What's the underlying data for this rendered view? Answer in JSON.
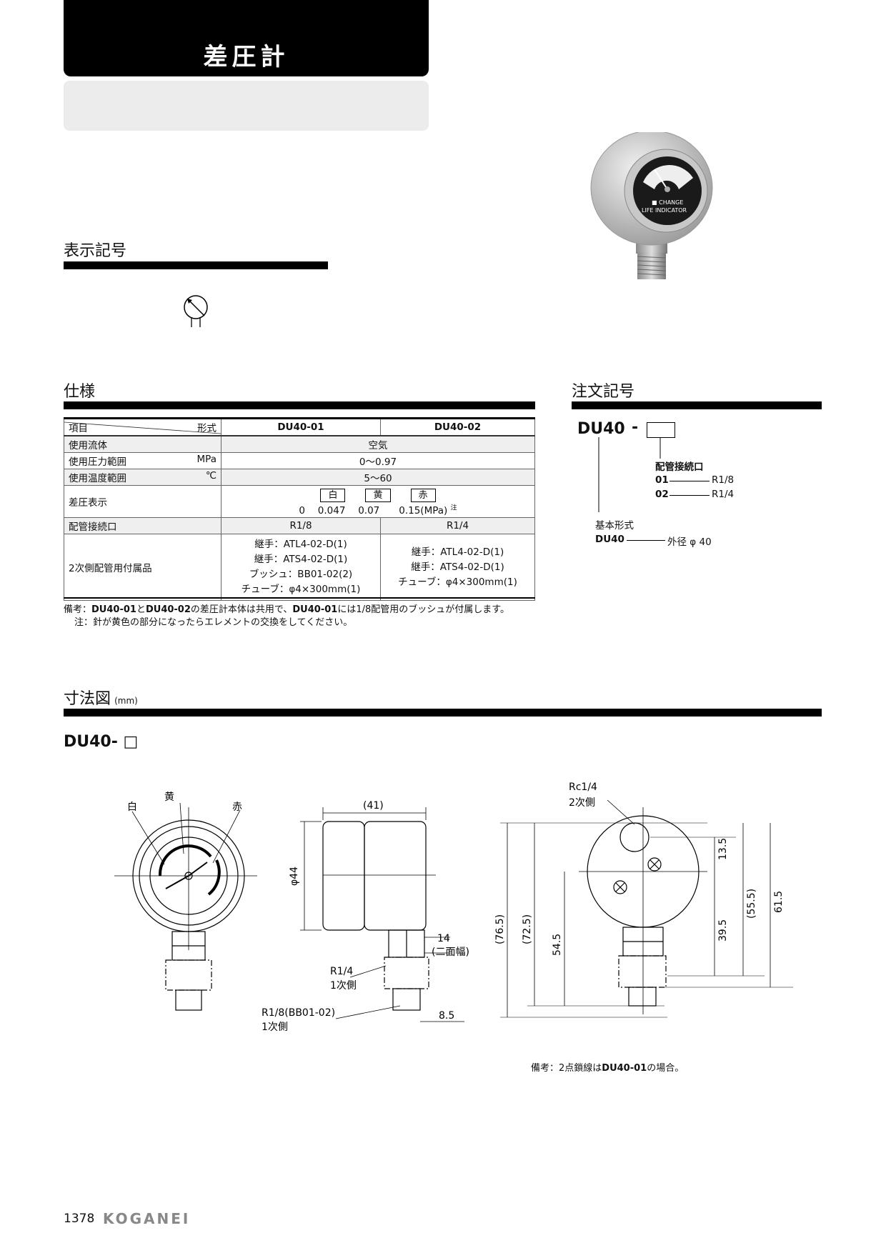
{
  "header": {
    "title": "差圧計"
  },
  "sections": {
    "symbol": "表示記号",
    "spec": "仕様",
    "order": "注文記号",
    "dims": "寸法図",
    "dims_unit": "(mm)"
  },
  "photo": {
    "line1": "■ CHANGE",
    "line2": "LIFE INDICATOR"
  },
  "spec": {
    "header": {
      "item": "項目",
      "type": "形式",
      "col1": "DU40-01",
      "col2": "DU40-02"
    },
    "rows": {
      "fluid": {
        "label": "使用流体",
        "value": "空気"
      },
      "pressure": {
        "label": "使用圧力範囲",
        "unit": "MPa",
        "value": "0～0.97"
      },
      "temp": {
        "label": "使用温度範囲",
        "unit": "℃",
        "value": "5～60"
      },
      "diff": {
        "label": "差圧表示",
        "white": "白",
        "yellow": "黄",
        "red": "赤",
        "scale": "0　 0.047　 0.07　　0.15(MPa)",
        "note_mark": "注"
      },
      "port": {
        "label": "配管接続口",
        "col1": "R1/8",
        "col2": "R1/4"
      },
      "accessories": {
        "label": "2次側配管用付属品",
        "col1": [
          "継手：ATL4-02-D(1)",
          "継手：ATS4-02-D(1)",
          "ブッシュ：BB01-02(2)",
          "チューブ：φ4×300mm(1)"
        ],
        "col2": [
          "継手：ATL4-02-D(1)",
          "継手：ATS4-02-D(1)",
          "チューブ：φ4×300mm(1)"
        ]
      }
    },
    "note1_prefix": "備考：",
    "note1_a": "DU40-01",
    "note1_b": "と",
    "note1_c": "DU40-02",
    "note1_d": "の差圧計本体は共用で、",
    "note1_e": "DU40-01",
    "note1_f": "には1/8配管用のブッシュが付属します。",
    "note2": "注：針が黄色の部分になったらエレメントの交換をしてください。"
  },
  "order": {
    "model": "DU40",
    "dash": "-",
    "port_label": "配管接続口",
    "opt1_code": "01",
    "opt1_val": "R1/8",
    "opt2_code": "02",
    "opt2_val": "R1/4",
    "base_label": "基本形式",
    "base_code": "DU40",
    "base_val": "外径 φ 40"
  },
  "drawing": {
    "model": "DU40- □",
    "front": {
      "white": "白",
      "yellow": "黄",
      "red": "赤"
    },
    "side": {
      "width": "(41)",
      "dia": "φ44",
      "hex": "14",
      "hex_note": "(二面幅)",
      "port": "R1/4",
      "port_side": "1次側",
      "bush": "R1/8(BB01-02)",
      "bush_side": "1次側",
      "len": "8.5"
    },
    "back": {
      "rc": "Rc1/4",
      "rc_side": "2次側",
      "d13": "13.5",
      "d395": "39.5",
      "d555": "(55.5)",
      "d615": "61.5",
      "d765": "(76.5)",
      "d725": "(72.5)",
      "d545": "54.5"
    },
    "note_prefix": "備考：2点鎖線は",
    "note_model": "DU40-01",
    "note_suffix": "の場合。"
  },
  "footer": {
    "page": "1378",
    "brand": "KOGANEI"
  }
}
